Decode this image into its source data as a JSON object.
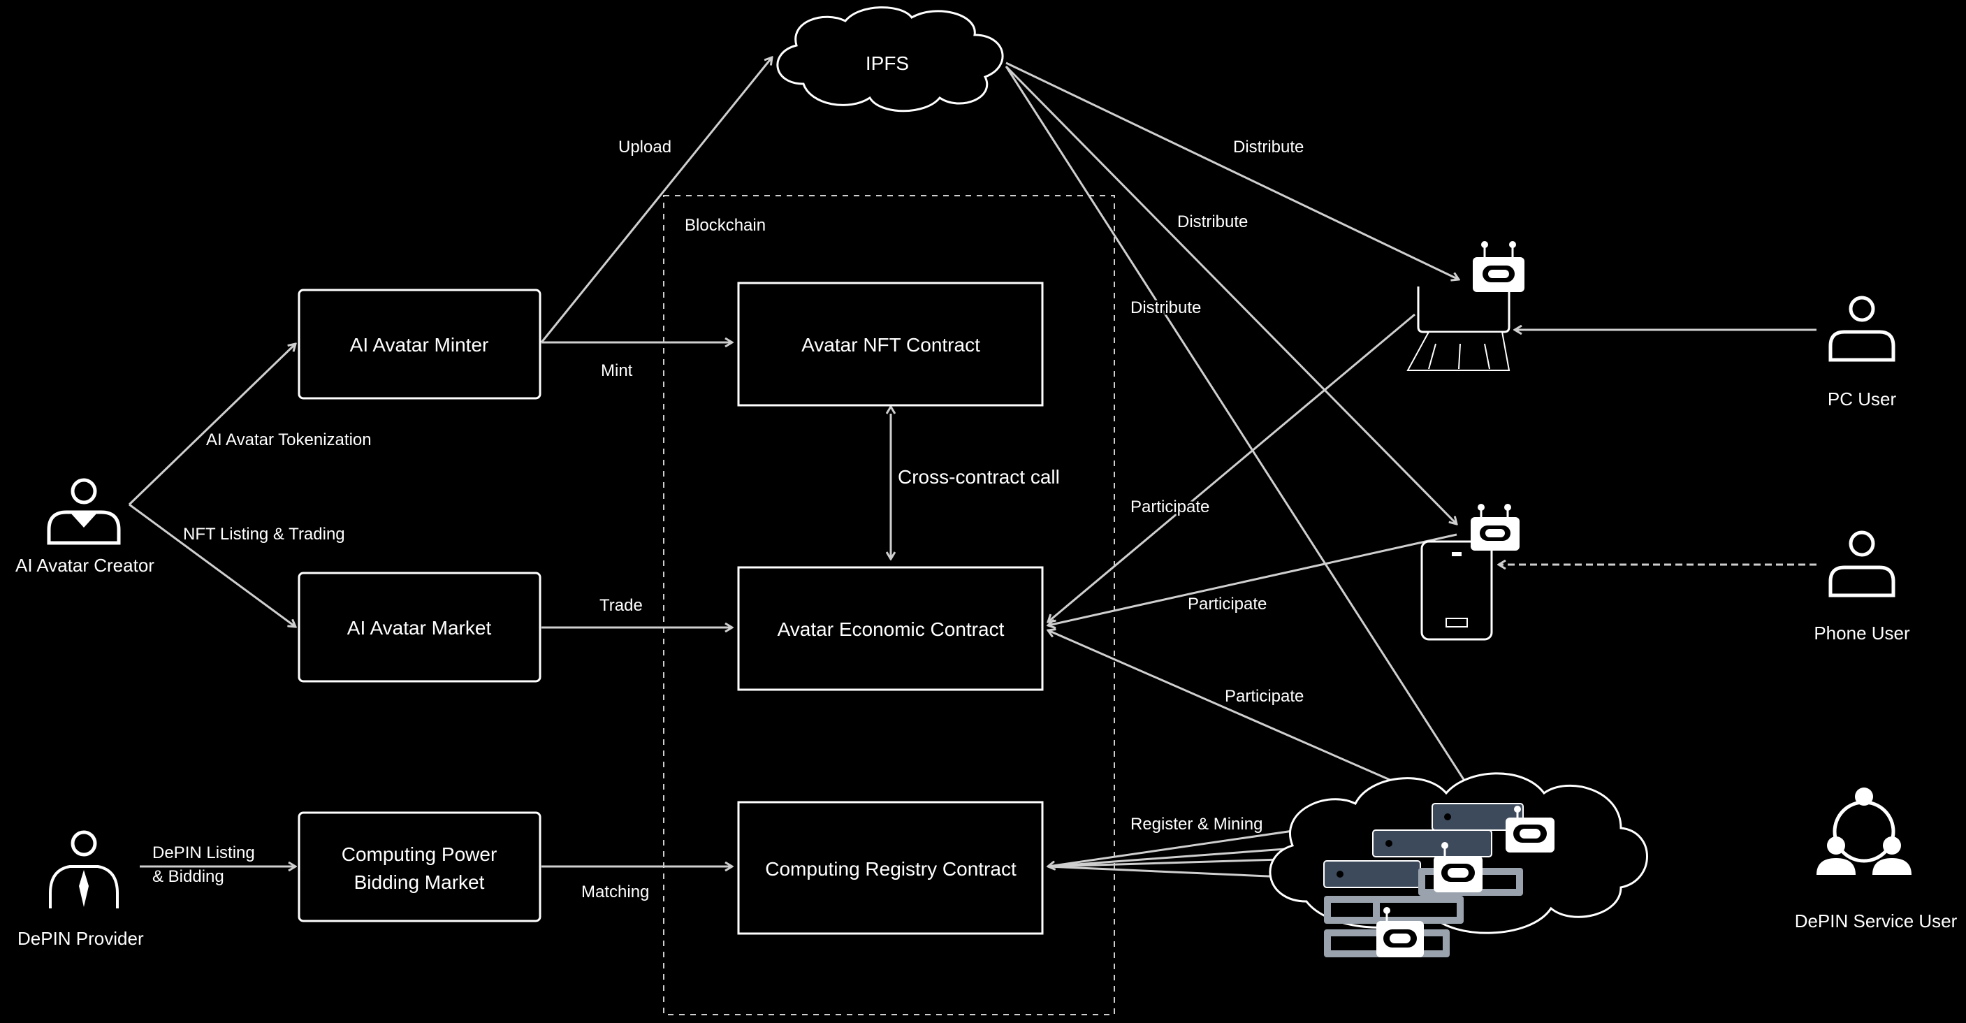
{
  "nodes": {
    "ipfs": "IPFS",
    "blockchain": "Blockchain",
    "minter": "AI Avatar Minter",
    "market": "AI Avatar Market",
    "bidding_line1": "Computing Power",
    "bidding_line2": "Bidding Market",
    "nft_contract": "Avatar NFT Contract",
    "economic_contract": "Avatar Economic Contract",
    "registry_contract": "Computing Registry Contract"
  },
  "actors": {
    "creator": "AI Avatar Creator",
    "depin_provider": "DePIN Provider",
    "pc_user": "PC User",
    "phone_user": "Phone User",
    "depin_service_user": "DePIN Service User"
  },
  "edges": {
    "upload": "Upload",
    "mint": "Mint",
    "tokenization": "AI Avatar Tokenization",
    "listing_trading": "NFT Listing & Trading",
    "trade": "Trade",
    "depin_listing_1": "DePIN Listing",
    "depin_listing_2": "& Bidding",
    "matching": "Matching",
    "cross_contract": "Cross-contract call",
    "distribute_1": "Distribute",
    "distribute_2": "Distribute",
    "distribute_3": "Distribute",
    "participate_1": "Participate",
    "participate_2": "Participate",
    "participate_3": "Participate",
    "register_mining": "Register & Mining"
  },
  "colors": {
    "background": "#000000",
    "box_fill": "#000000",
    "box_border": "#ffffff",
    "edge": "#cfcfcf",
    "server": "#3d4a5c",
    "server_light": "#9aa3ad"
  }
}
